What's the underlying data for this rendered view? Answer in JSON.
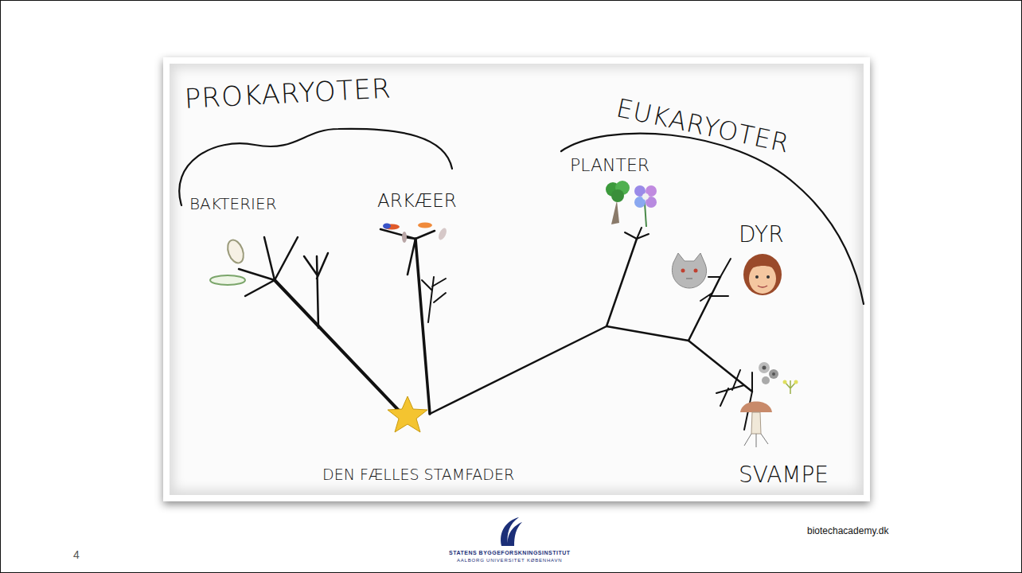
{
  "diagram": {
    "labels": [
      "PROKARYOTER",
      "EUKARYOTER",
      "BAKTERIER",
      "ARKÆER",
      "PLANTER",
      "DYR",
      "SVAMPE",
      "DEN FÆLLES STAMFADER",
      "biotechacademy.dk",
      "4",
      "STATENS BYGGEFORSKNINGSINSTITUT",
      "AALBORG UNIVERSITET KØBENHAVN"
    ]
  }
}
